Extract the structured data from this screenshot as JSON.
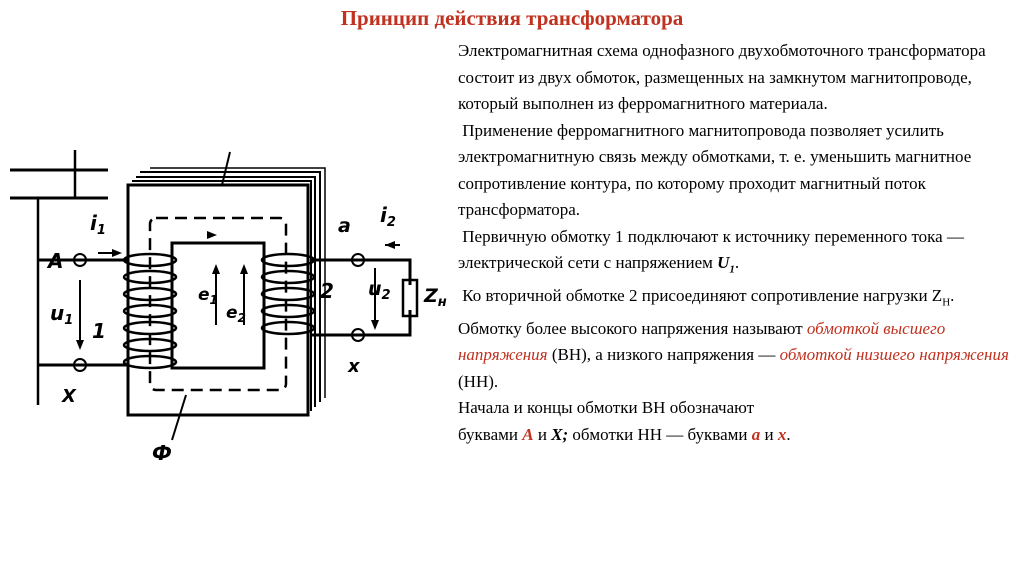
{
  "title": "Принцип действия трансформатора",
  "paragraphs": {
    "p1": "Электромагнитная схема однофазного двухобмоточного трансформатора состоит из двух обмоток, размещенных на замкнутом магнитопроводе, который выполнен из ферромагнитного материала.",
    "p2": "Применение ферромагнитного магнитопровода позволяет усилить электромагнитную связь между обмотками, т. е. уменьшить магнитное сопротивление контура, по которому проходит магнитный поток трансформатора.",
    "p3_text": "Первичную обмотку 1 подключают к источнику переменного тока — электрической сети с напряжением",
    "p3_var": "U",
    "p3_sub": "1",
    "p3_end": ".",
    "p4_text": "Ко вторичной обмотке 2 присоединяют сопротивление нагрузки Z",
    "p4_sub": "Н",
    "p4_end": ".",
    "p5_a": "Обмотку более высокого напряжения называют",
    "p5_red1": "обмоткой высшего напряжения",
    "p5_b": "(ВН), а низкого напряжения —",
    "p5_red2": "обмоткой низшего напряжения",
    "p5_c": "(НН).",
    "p6_a": "Начала и концы обмотки ВН обозначают",
    "p6_b": "буквами",
    "p6_A": "А",
    "p6_and1": "и",
    "p6_X": "Х;",
    "p6_c": "обмотки НН — буквами",
    "p6_a_small": "а",
    "p6_and2": "и",
    "p6_x_small": "х",
    "p6_end": "."
  },
  "diagram_labels": {
    "A": "A",
    "X": "X",
    "a": "a",
    "x": "x",
    "i1": "i",
    "i1_sub": "1",
    "i2": "i",
    "i2_sub": "2",
    "u1": "u",
    "u1_sub": "1",
    "u2": "u",
    "u2_sub": "2",
    "e1": "e",
    "e1_sub": "1",
    "e2": "e",
    "e2_sub": "2",
    "winding1": "1",
    "winding2": "2",
    "zn": "Z",
    "zn_sub": "н",
    "phi": "Ф"
  }
}
